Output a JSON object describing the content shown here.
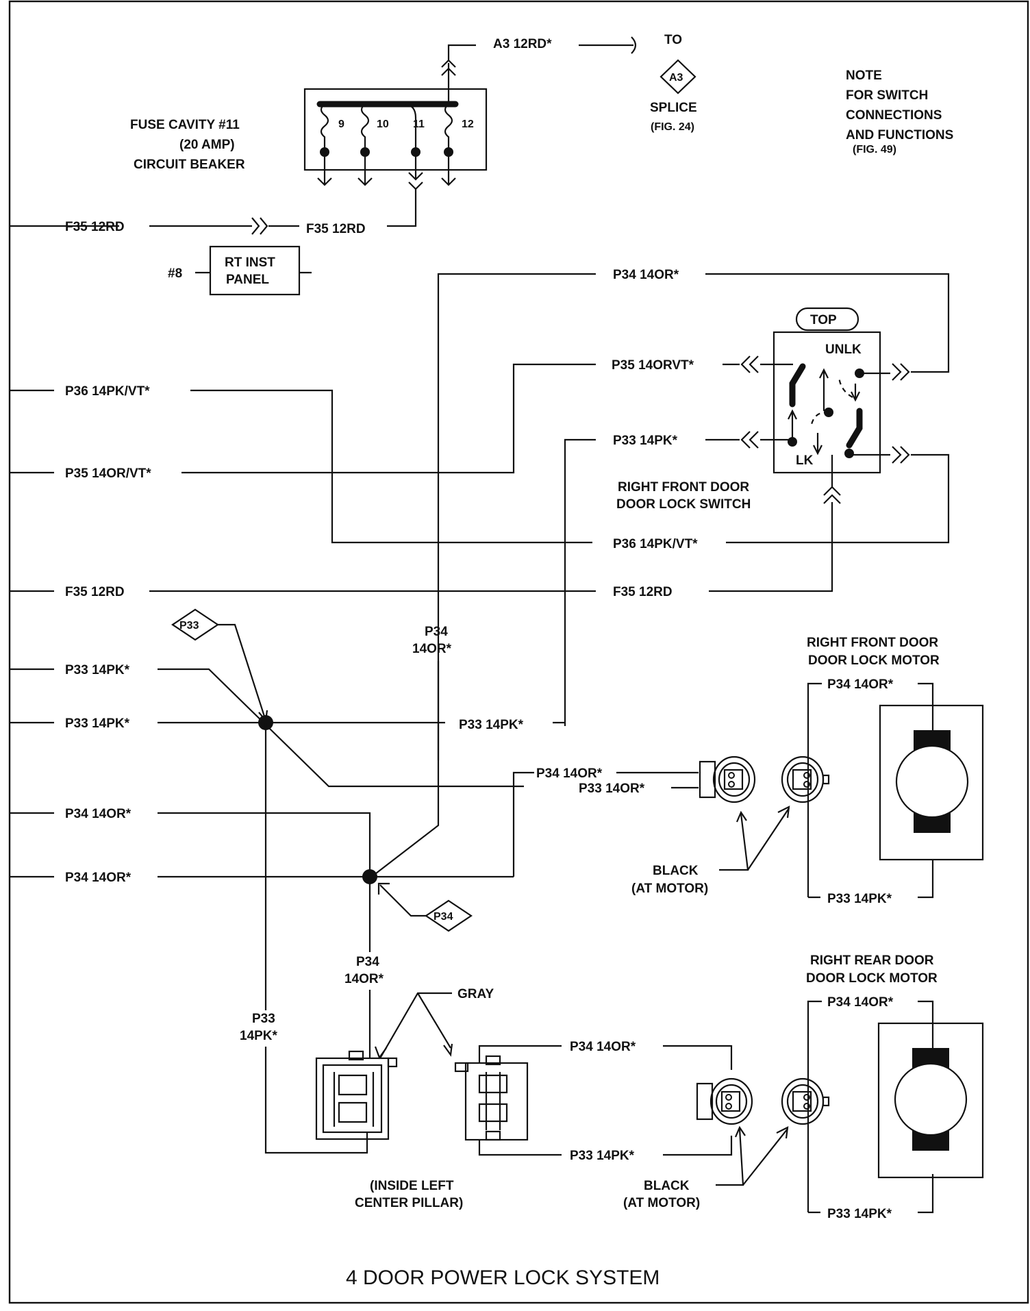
{
  "title": "4 DOOR POWER LOCK SYSTEM",
  "fuse": {
    "line1": "FUSE CAVITY #11",
    "line2": "(20 AMP)",
    "line3": "CIRCUIT BEAKER",
    "cavities": [
      "9",
      "10",
      "11",
      "12"
    ]
  },
  "splice_ref": {
    "to": "TO",
    "id": "A3",
    "label": "SPLICE",
    "fig": "(FIG. 24)"
  },
  "note": {
    "line1": "NOTE",
    "line2": "FOR SWITCH",
    "line3": "CONNECTIONS",
    "line4": "AND FUNCTIONS",
    "fig": "(FIG. 49)"
  },
  "panel": {
    "number": "#8",
    "line1": "RT INST",
    "line2": "PANEL"
  },
  "switch": {
    "top": "TOP",
    "unlk": "UNLK",
    "lk": "LK",
    "caption1": "RIGHT FRONT DOOR",
    "caption2": "DOOR LOCK SWITCH"
  },
  "wires": {
    "a3": "A3 12RD*",
    "f35_left": "F35 12RD",
    "f35_right": "F35 12RD",
    "p34_top": "P34 14OR*",
    "p35_sw": "P35 14ORVT*",
    "p36_left": "P36 14PK/VT*",
    "p33_sw": "P33 14PK*",
    "p35_left": "P35 14OR/VT*",
    "p36_mid": "P36 14PK/VT*",
    "f35_l2": "F35 12RD",
    "f35_r2": "F35 12RD",
    "p34_v1": "P34",
    "p34_v2": "14OR*",
    "p33_l1": "P33 14PK*",
    "p33_l2": "P33 14PK*",
    "p33_mid": "P33 14PK*",
    "p34_fc": "P34 14OR*",
    "p33_fc": "P33 14OR*",
    "p34_l1": "P34 14OR*",
    "p34_l2": "P34 14OR*",
    "p34_s1": "P34",
    "p34_s2": "14OR*",
    "p33_s1": "P33",
    "p33_s2": "14PK*",
    "p34_rc": "P34 14OR*",
    "p33_rc": "P33 14PK*"
  },
  "splices": {
    "p33": "P33",
    "p34": "P34"
  },
  "front_motor": {
    "caption1": "RIGHT FRONT DOOR",
    "caption2": "DOOR LOCK MOTOR",
    "top_wire": "P34 14OR*",
    "bottom_wire": "P33 14PK*",
    "conn1": "BLACK",
    "conn2": "(AT MOTOR)"
  },
  "rear_motor": {
    "caption1": "RIGHT REAR DOOR",
    "caption2": "DOOR LOCK MOTOR",
    "top_wire": "P34 14OR*",
    "bottom_wire": "P33 14PK*",
    "conn1": "BLACK",
    "conn2": "(AT MOTOR)"
  },
  "pillar": {
    "gray": "GRAY",
    "line1": "(INSIDE LEFT",
    "line2": "CENTER PILLAR)"
  }
}
